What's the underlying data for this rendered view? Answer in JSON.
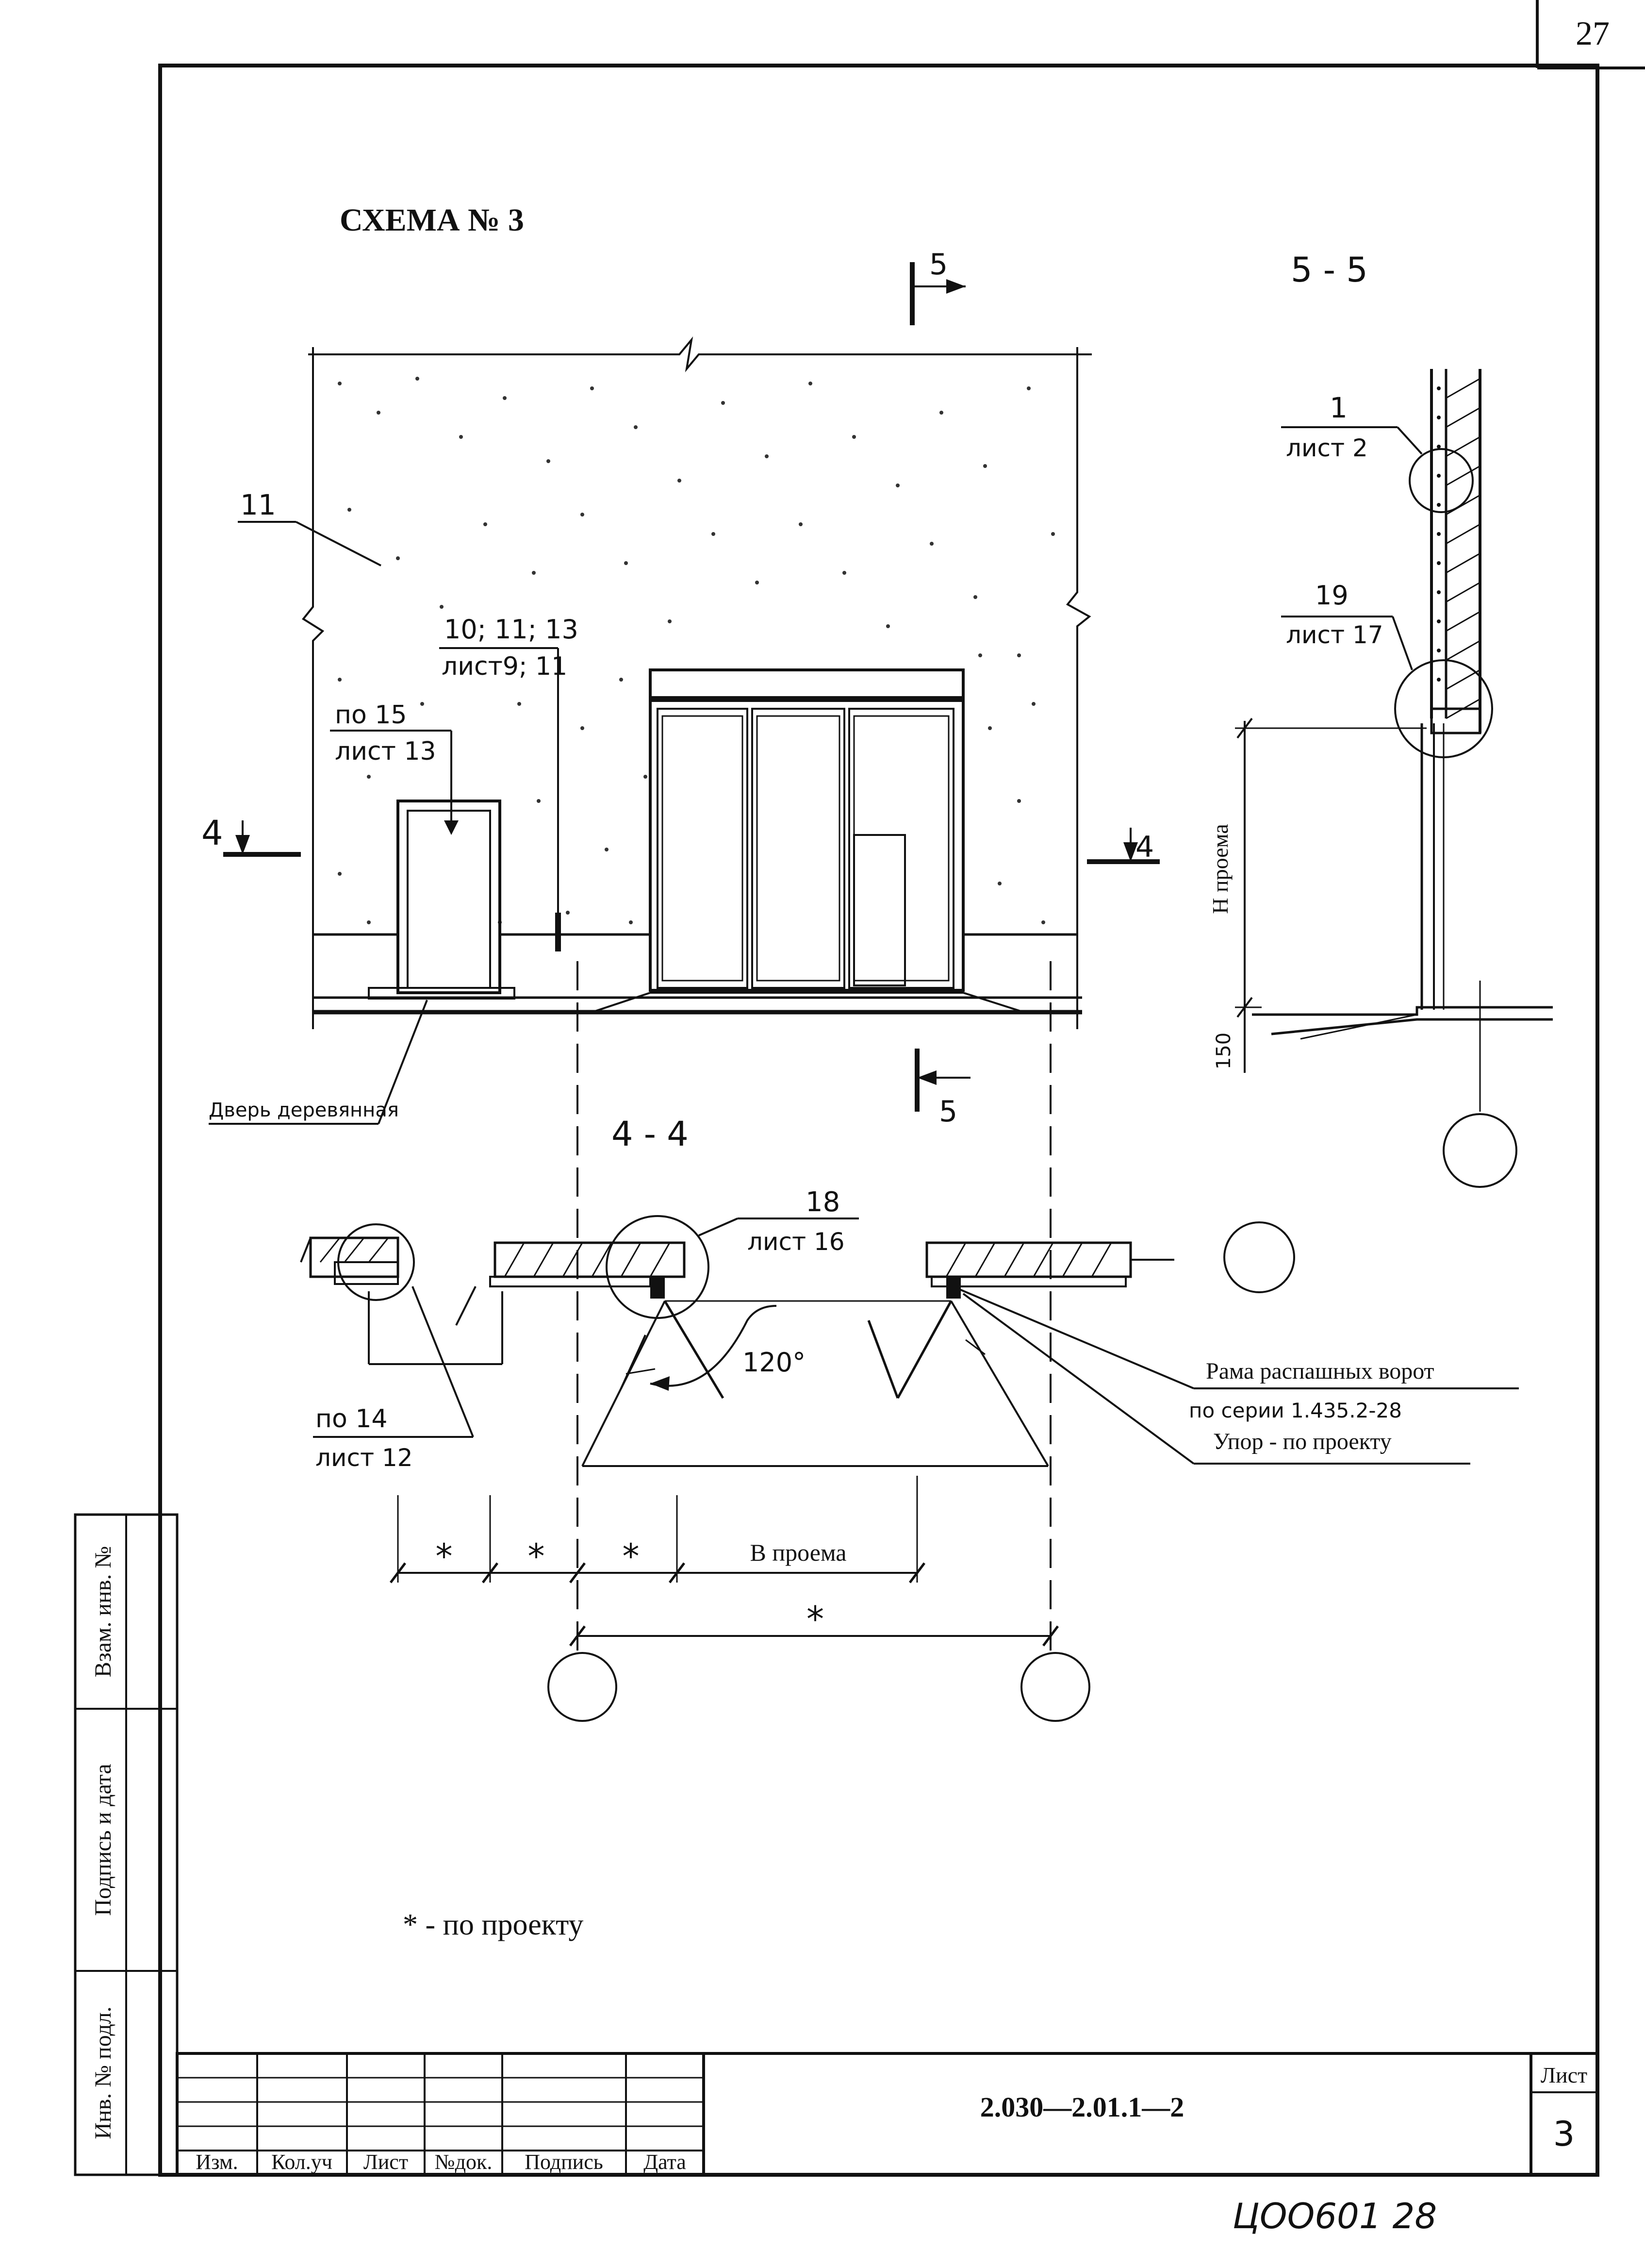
{
  "page_number": "27",
  "title": "СХЕМА № 3",
  "sections": {
    "cut_5_top": "5",
    "cut_5_bottom": "5",
    "cut_4_left": "4",
    "cut_4_right": "4",
    "section_4_4": "4 - 4",
    "section_5_5": "5 - 5"
  },
  "callouts": {
    "c11": "11",
    "c10_11_13": "10; 11; 13",
    "c_list9_11": "лист9; 11",
    "c_po15": "по 15",
    "c_list13": "лист 13",
    "c1": "1",
    "c_list2": "лист 2",
    "c19": "19",
    "c_list17": "лист 17",
    "c18": "18",
    "c_list16": "лист 16",
    "c_po14": "по 14",
    "c_list12": "лист 12"
  },
  "labels": {
    "door": "Дверь деревянная",
    "h_opening": "Н проема",
    "dim_150": "150",
    "angle": "120°",
    "b_opening": "В проема",
    "star": "*",
    "frame_line1": "Рама распашных ворот",
    "frame_line2": "по серии 1.435.2-28",
    "stop": "Упор - по проекту"
  },
  "footnote": "* - по проекту",
  "side_stamp": {
    "vzam": "Взам. инв. №",
    "podpis": "Подпись и дата",
    "inv": "Инв. № подл."
  },
  "title_block": {
    "columns": [
      "Изм.",
      "Кол.уч",
      "Лист",
      "№док.",
      "Подпись",
      "Дата"
    ],
    "code": "2.030—2.01.1—2",
    "sheet_label": "Лист",
    "sheet_number": "3"
  },
  "archive_number": "ЦОО601 28"
}
